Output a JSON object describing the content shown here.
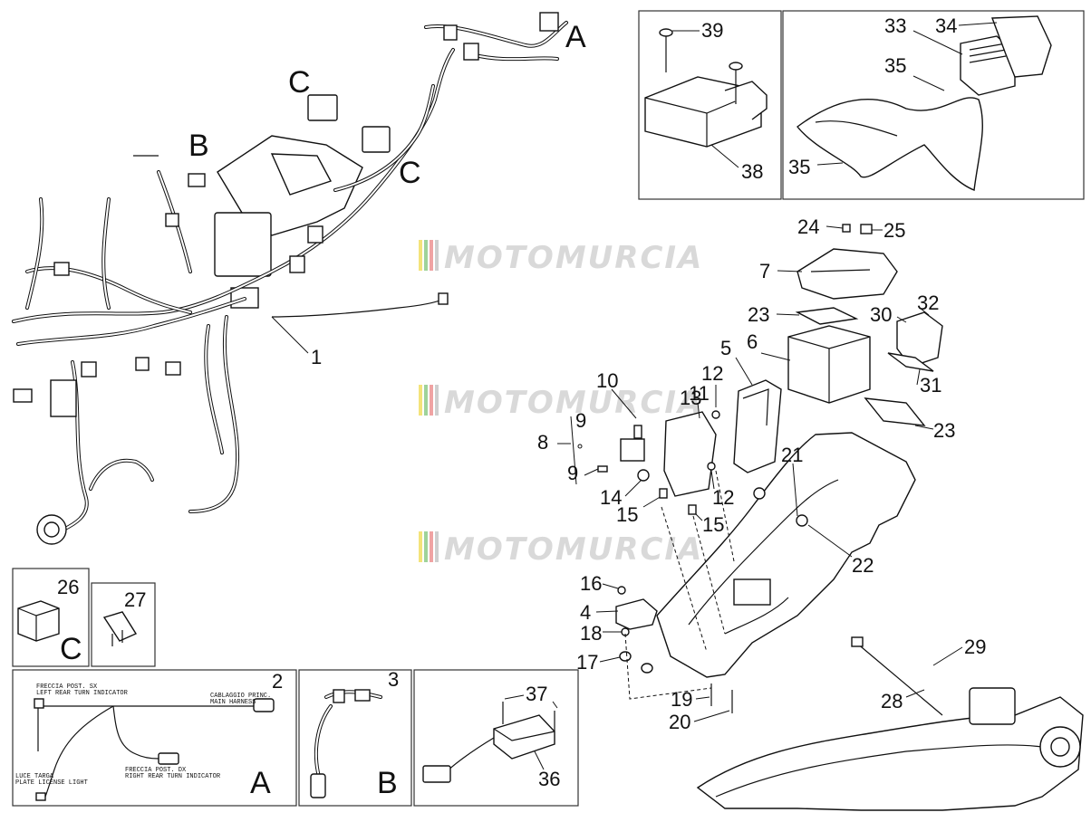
{
  "watermark": "MOTOMURCIA",
  "main_callouts": {
    "harness": "1",
    "harness_a": "A",
    "harness_b": "B",
    "harness_c1": "C",
    "harness_c2": "C"
  },
  "parts": [
    {
      "ref": "4"
    },
    {
      "ref": "5"
    },
    {
      "ref": "6"
    },
    {
      "ref": "7"
    },
    {
      "ref": "8"
    },
    {
      "ref": "9a",
      "label": "9"
    },
    {
      "ref": "9b",
      "label": "9"
    },
    {
      "ref": "10"
    },
    {
      "ref": "11"
    },
    {
      "ref": "12a",
      "label": "12"
    },
    {
      "ref": "12b",
      "label": "12"
    },
    {
      "ref": "13"
    },
    {
      "ref": "14"
    },
    {
      "ref": "15a",
      "label": "15"
    },
    {
      "ref": "15b",
      "label": "15"
    },
    {
      "ref": "16"
    },
    {
      "ref": "17"
    },
    {
      "ref": "18"
    },
    {
      "ref": "19"
    },
    {
      "ref": "20"
    },
    {
      "ref": "21"
    },
    {
      "ref": "22"
    },
    {
      "ref": "23a",
      "label": "23"
    },
    {
      "ref": "23b",
      "label": "23"
    },
    {
      "ref": "24"
    },
    {
      "ref": "25"
    },
    {
      "ref": "28"
    },
    {
      "ref": "29"
    },
    {
      "ref": "30"
    },
    {
      "ref": "31"
    },
    {
      "ref": "32"
    },
    {
      "ref": "33"
    },
    {
      "ref": "34"
    },
    {
      "ref": "35a",
      "label": "35"
    },
    {
      "ref": "35b",
      "label": "35"
    },
    {
      "ref": "38"
    },
    {
      "ref": "39"
    }
  ],
  "inset_26": {
    "number": "26",
    "letter": "C"
  },
  "inset_27": {
    "number": "27"
  },
  "inset_2": {
    "number": "2",
    "letter": "A",
    "label_left_it": "FRECCIA POST. SX",
    "label_left_en": "LEFT REAR TURN INDICATOR",
    "label_right_it": "CABLAGGIO PRINC.",
    "label_right_en": "MAIN HARNESS",
    "label_mid_it": "FRECCIA POST. DX",
    "label_mid_en": "RIGHT REAR TURN INDICATOR",
    "label_bottom_it": "LUCE TARGA",
    "label_bottom_en": "PLATE LICENSE LIGHT"
  },
  "inset_3": {
    "number": "3",
    "letter": "B"
  },
  "inset_36": {
    "number": "36",
    "sub": "37"
  }
}
